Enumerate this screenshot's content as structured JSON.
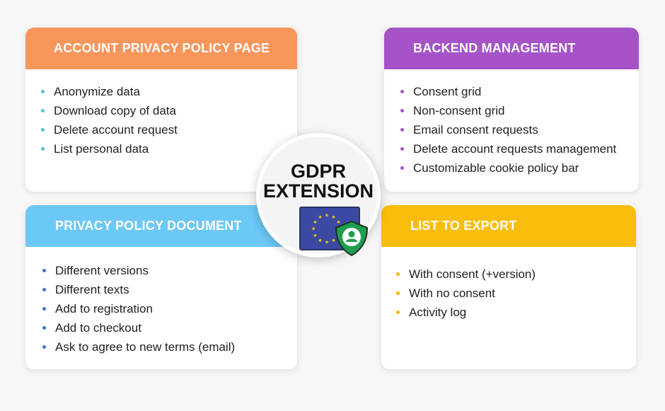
{
  "colors": {
    "orange": "#f9965b",
    "purple": "#a553c7",
    "light_blue": "#6cc8f6",
    "yellow": "#fbbd0b",
    "eu_blue": "#3b49a3",
    "shield_green": "#1f9e50"
  },
  "cards": {
    "account_privacy": {
      "title": "ACCOUNT PRIVACY POLICY PAGE",
      "items": [
        "Anonymize data",
        "Download copy of data",
        "Delete account request",
        "List personal data"
      ]
    },
    "backend": {
      "title": "BACKEND MANAGEMENT",
      "items": [
        "Consent grid",
        "Non-consent grid",
        "Email consent requests",
        "Delete account requests management",
        "Customizable cookie policy bar"
      ]
    },
    "privacy_document": {
      "title": "PRIVACY POLICY DOCUMENT",
      "items": [
        "Different versions",
        "Different texts",
        "Add to registration",
        "Add to checkout",
        "Ask to agree to new terms (email)"
      ]
    },
    "export": {
      "title": "LIST TO EXPORT",
      "items": [
        "With consent (+version)",
        "With no consent",
        "Activity log"
      ]
    }
  },
  "center": {
    "line1": "GDPR",
    "line2": "EXTENSION",
    "icon": "eu-flag-shield-user-icon"
  }
}
